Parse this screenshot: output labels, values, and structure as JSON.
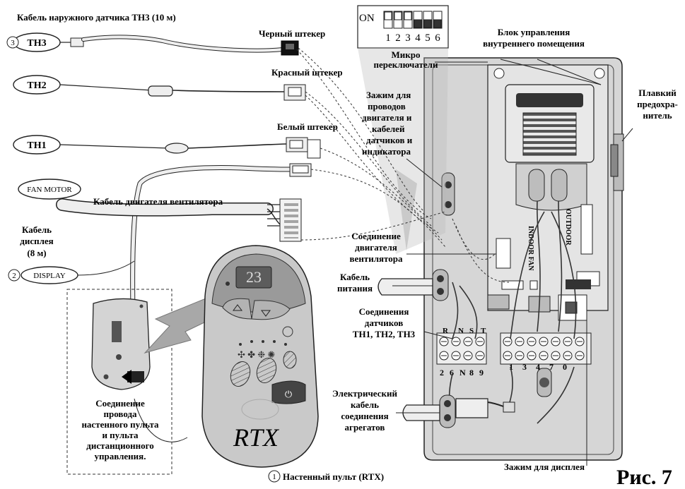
{
  "labels": {
    "th3_cable": "Кабель наружного датчика TH3 (10 м)",
    "black_plug": "Черный штекер",
    "red_plug": "Красный штекер",
    "white_plug": "Белый штекер",
    "clamp_1": "Зажим для",
    "clamp_2": "проводов",
    "clamp_3": "двигателя и",
    "clamp_4": "кабелей",
    "clamp_5": "датчиков и",
    "clamp_6": "индикатора",
    "micro_1": "Микро",
    "micro_2": "переключатели",
    "indoor_1": "Блок управления",
    "indoor_2": "внутреннего помещения",
    "fuse_1": "Плавкий",
    "fuse_2": "предохра-",
    "fuse_3": "нитель",
    "fan_cable": "Кабель двигателя вентилятора",
    "display_cable_1": "Кабель",
    "display_cable_2": "дисплея",
    "display_cable_3": "(8 м)",
    "fan_conn_1": "Соединение",
    "fan_conn_2": "двигателя",
    "fan_conn_3": "вентилятора",
    "power_1": "Кабель",
    "power_2": "питания",
    "sensor_conn_1": "Соединения",
    "sensor_conn_2": "датчиков",
    "sensor_conn_3": "TH1, TH2, TH3",
    "wire_conn_1": "Соединение",
    "wire_conn_2": "провода",
    "wire_conn_3": "настенного пульта",
    "wire_conn_4": "и пульта",
    "wire_conn_5": "дистанционного",
    "wire_conn_6": "управления.",
    "elec_1": "Электрический",
    "elec_2": "кабель",
    "elec_3": "соединения",
    "elec_4": "агрегатов",
    "display_clamp": "Зажим для дисплея",
    "wall_remote": "Настенный пульт (RTX)",
    "figure": "Рис. 7"
  },
  "bubbles": {
    "th3": "TH3",
    "th2": "TH2",
    "th1": "TH1",
    "fan_motor": "FAN MOTOR",
    "display": "DISPLAY"
  },
  "numbers": {
    "n1": "1",
    "n2": "2",
    "n3": "3"
  },
  "dip": {
    "on": "ON",
    "positions": [
      "1",
      "2",
      "3",
      "4",
      "5",
      "6"
    ]
  },
  "remote": {
    "readout": "23",
    "brand": "RTX"
  },
  "board": {
    "indoor_fan": "INDOOR FAN",
    "outdoor": "OUTDOOR",
    "r": "R",
    "n": "N",
    "s": "S",
    "t": "T",
    "t_bottom": [
      "2",
      "6",
      "N",
      "8",
      "9"
    ],
    "t_right": [
      "1",
      "3",
      "4",
      "7",
      "0"
    ]
  },
  "colors": {
    "panel": "#d6d6d6",
    "board": "#e4e4e4",
    "remote_body": "#c9c9c9",
    "remote_top": "#9a9a9a",
    "display_bg": "#5c5c5c",
    "lcd": "#dcdcdc"
  }
}
